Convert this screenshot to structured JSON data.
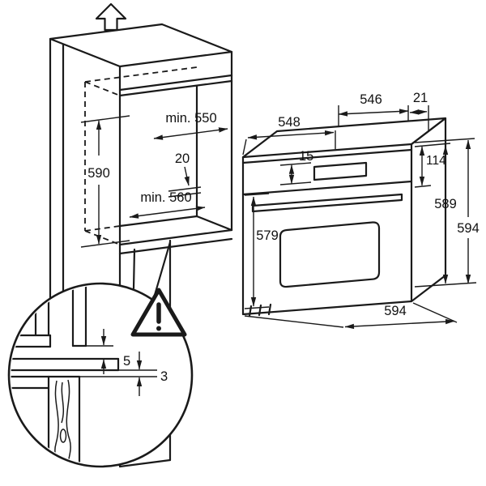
{
  "figure": {
    "background": "#ffffff",
    "line_color": "#1a1a1a"
  },
  "cabinet": {
    "height": "590",
    "depth_min": "min. 550",
    "rear_gap": "20",
    "width_min": "min. 560",
    "extraction_icon": "up-arrow"
  },
  "oven": {
    "depth_top": "546",
    "overhang": "21",
    "depth": "548",
    "top_gap": "15",
    "panel_height": "114",
    "height": "589",
    "total_height": "594",
    "front_height": "579",
    "width": "594"
  },
  "detail": {
    "warning_icon": "warning-triangle",
    "gap_top": "5",
    "gap_bottom": "3"
  }
}
